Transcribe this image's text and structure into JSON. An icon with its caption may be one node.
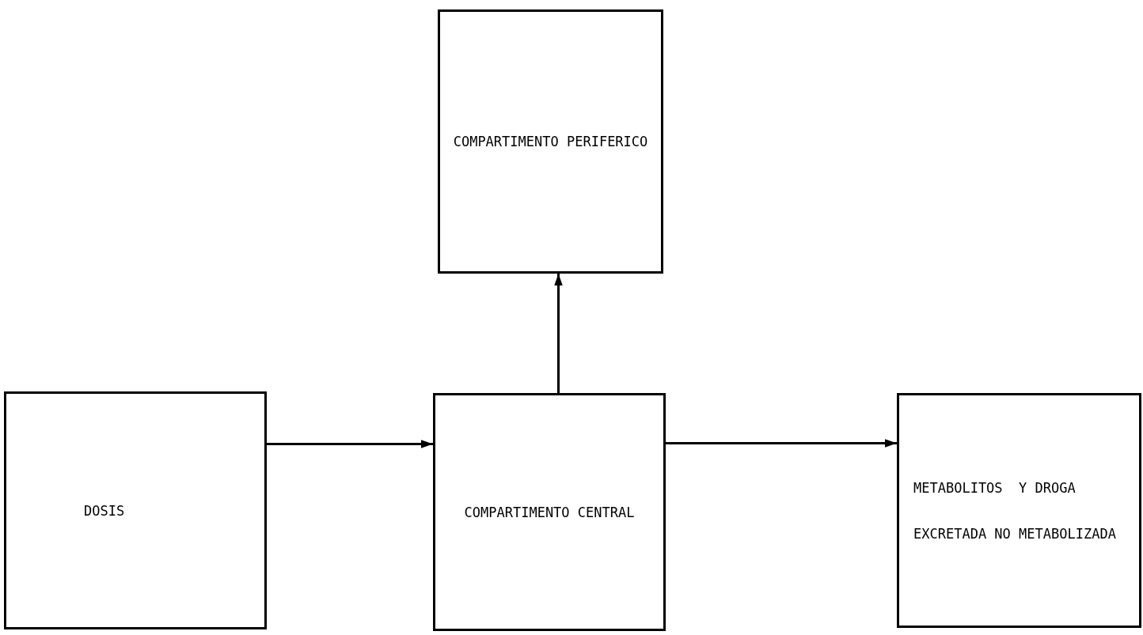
{
  "diagram": {
    "nodes": [
      {
        "text": [
          "COMPARTIMENTO PERIFERICO"
        ]
      },
      {
        "text": [
          "DOSIS"
        ]
      },
      {
        "text": [
          "COMPARTIMENTO CENTRAL"
        ]
      },
      {
        "text": [
          "METABOLITOS  Y DROGA EXCRETADA NO METABOLIZADA"
        ]
      }
    ],
    "edges": [
      {
        "from": 1,
        "to": 2,
        "arrow": "to"
      },
      {
        "from": 2,
        "to": 0,
        "arrow": "to"
      },
      {
        "from": 2,
        "to": 3,
        "arrow": "to"
      }
    ]
  }
}
